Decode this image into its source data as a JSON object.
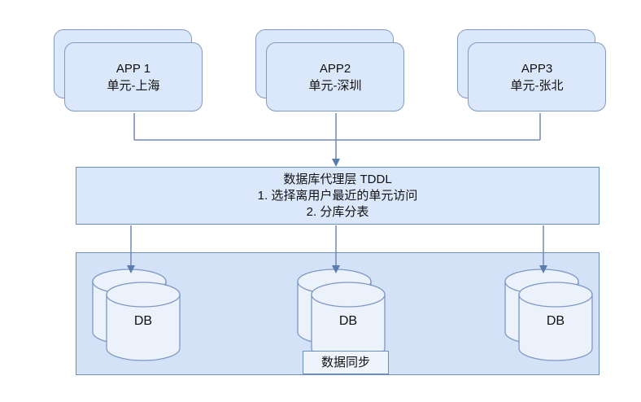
{
  "diagram": {
    "title": "unitized-database-architecture",
    "apps": [
      {
        "title": "APP 1",
        "subtitle": "单元-上海"
      },
      {
        "title": "APP2",
        "subtitle": "单元-深圳"
      },
      {
        "title": "APP3",
        "subtitle": "单元-张北"
      }
    ],
    "proxy": {
      "line1": "数据库代理层 TDDL",
      "line2": "1. 选择离用户最近的单元访问",
      "line3": "2. 分库分表"
    },
    "databases": [
      {
        "label": "DB"
      },
      {
        "label": "DB"
      },
      {
        "label": "DB"
      }
    ],
    "sync_label": "数据同步",
    "colors": {
      "node_fill": "#dbe8fb",
      "node_border": "#6c8ebf",
      "container_fill": "#d3e2f6",
      "cylinder_fill": "#ebf2fc",
      "cylinder_border": "#7d97c4",
      "connector": "#7288b5",
      "arrowhead": "#5a7db0",
      "text": "#111111"
    }
  }
}
